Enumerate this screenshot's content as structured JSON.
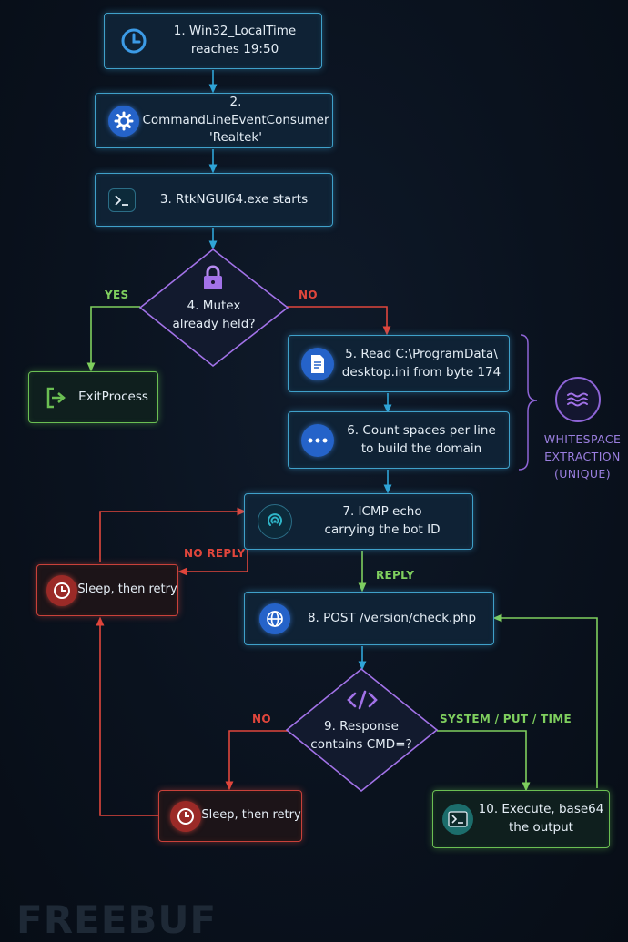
{
  "steps": {
    "s1": "1. Win32_LocalTime\nreaches 19:50",
    "s2": "2. CommandLineEventConsumer\n'Realtek'",
    "s3": "3. RtkNGUI64.exe starts",
    "s4": "4. Mutex\nalready held?",
    "exit": "ExitProcess",
    "s5": "5. Read C:\\ProgramData\\\ndesktop.ini from byte 174",
    "s6": "6. Count spaces per line\nto build the domain",
    "s7": "7. ICMP echo\ncarrying the bot ID",
    "sleep1": "Sleep, then retry",
    "s8": "8. POST /version/check.php",
    "s9": "9. Response\ncontains CMD=?",
    "sleep2": "Sleep, then retry",
    "s10": "10. Execute, base64\nthe output"
  },
  "labels": {
    "yes": "YES",
    "no1": "NO",
    "no_reply": "NO REPLY",
    "reply": "REPLY",
    "no2": "NO",
    "system": "SYSTEM / PUT / TIME"
  },
  "group_label": "WHITESPACE\nEXTRACTION\n(UNIQUE)",
  "watermark": "FREEBUF",
  "icons": [
    "clock-icon",
    "gear-icon",
    "terminal-icon",
    "lock-icon",
    "exit-icon",
    "document-icon",
    "dots-icon",
    "wave-icon",
    "signal-icon",
    "globe-icon",
    "code-icon"
  ],
  "colors": {
    "blue": "#3fa0c9",
    "red": "#c9413a",
    "green": "#6bbf53",
    "purple": "#8e64d6",
    "background": "#0a121e"
  }
}
